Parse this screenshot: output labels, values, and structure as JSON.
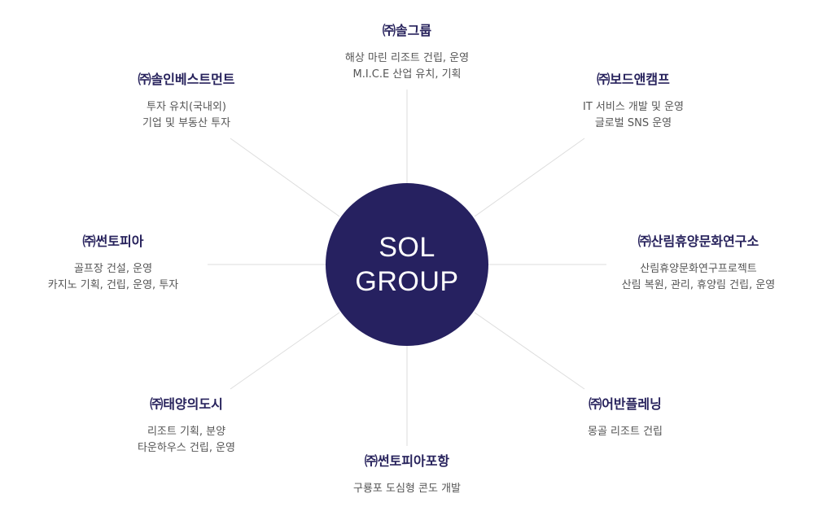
{
  "colors": {
    "hub_fill": "#262160",
    "hub_text": "#ffffff",
    "title_text": "#27225c",
    "desc_text": "#555555",
    "connector": "#dddddd"
  },
  "hub": {
    "line1": "SOL",
    "line2": "GROUP"
  },
  "companies": [
    {
      "id": "solgroup",
      "name": "㈜솔그룹",
      "lines": [
        "해상 마린 리조트 건립, 운영",
        "M.I.C.E 산업 유치, 기획"
      ]
    },
    {
      "id": "boardncamp",
      "name": "㈜보드앤캠프",
      "lines": [
        "IT 서비스 개발 및 운영",
        "글로벌 SNS 운영"
      ]
    },
    {
      "id": "forest-institute",
      "name": "㈜산림휴양문화연구소",
      "lines": [
        "산림휴양문화연구프로젝트",
        "산림 복원, 관리, 휴양림 건립, 운영"
      ]
    },
    {
      "id": "urban-planning",
      "name": "㈜어반플레닝",
      "lines": [
        "몽골 리조트 건립"
      ]
    },
    {
      "id": "suntopia-pohang",
      "name": "㈜썬토피아포항",
      "lines": [
        "구룡포 도심형 콘도 개발"
      ]
    },
    {
      "id": "sun-city",
      "name": "㈜태양의도시",
      "lines": [
        "리조트 기획, 분양",
        "타운하우스 건립, 운영"
      ]
    },
    {
      "id": "suntopia",
      "name": "㈜썬토피아",
      "lines": [
        "골프장 건설, 운영",
        "카지노 기획, 건립, 운영, 투자"
      ]
    },
    {
      "id": "sol-investment",
      "name": "㈜솔인베스트먼트",
      "lines": [
        "투자 유치(국내외)",
        "기업 및 부동산 투자"
      ]
    }
  ]
}
